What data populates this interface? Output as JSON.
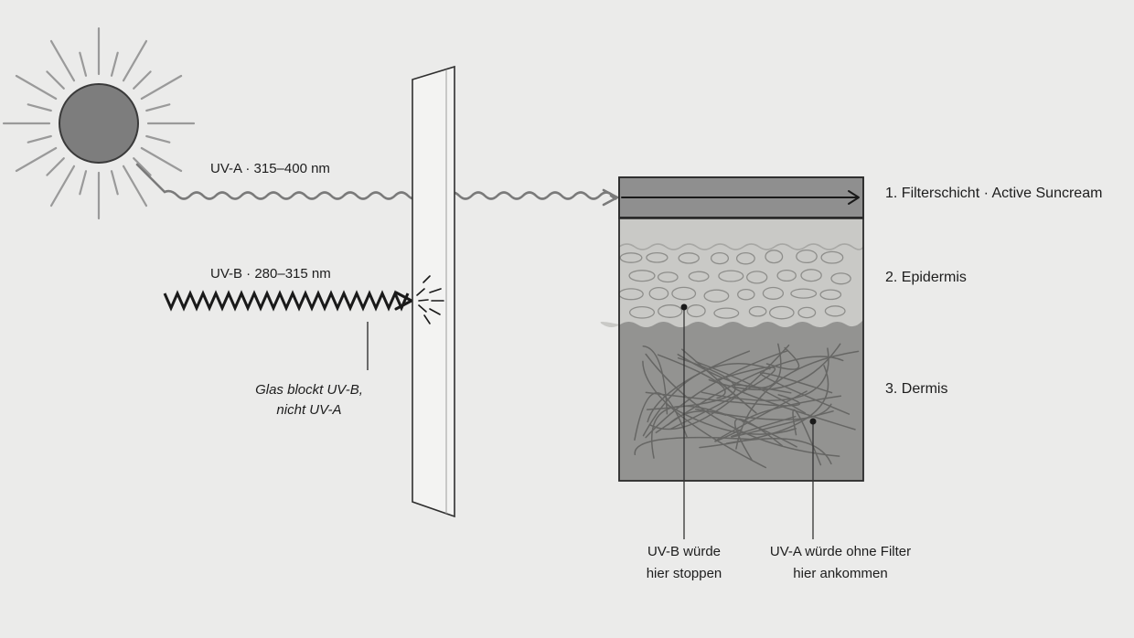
{
  "rays": {
    "uva_label": "UV-A · 315–400 nm",
    "uvb_label": "UV-B · 280–315 nm"
  },
  "glass_note": {
    "line1": "Glas blockt UV-B,",
    "line2": "nicht UV-A"
  },
  "layers": [
    {
      "label": "1. Filterschicht · Active Suncream"
    },
    {
      "label": "2. Epidermis"
    },
    {
      "label": "3. Dermis"
    }
  ],
  "callouts": {
    "uvb_stop": {
      "line1": "UV-B würde",
      "line2": "hier stoppen"
    },
    "uva_arrive": {
      "line1": "UV-A würde ohne Filter",
      "line2": "hier ankommen"
    }
  },
  "colors": {
    "background": "#ebebea",
    "sun": "#7d7d7d",
    "filter_layer": "#8f8f8f",
    "epidermis": "#c9c9c6",
    "dermis": "#939391",
    "glass": "#f3f3f2",
    "ray_uva": "#7a7a7a",
    "ray_uvb": "#1a1a1a"
  }
}
